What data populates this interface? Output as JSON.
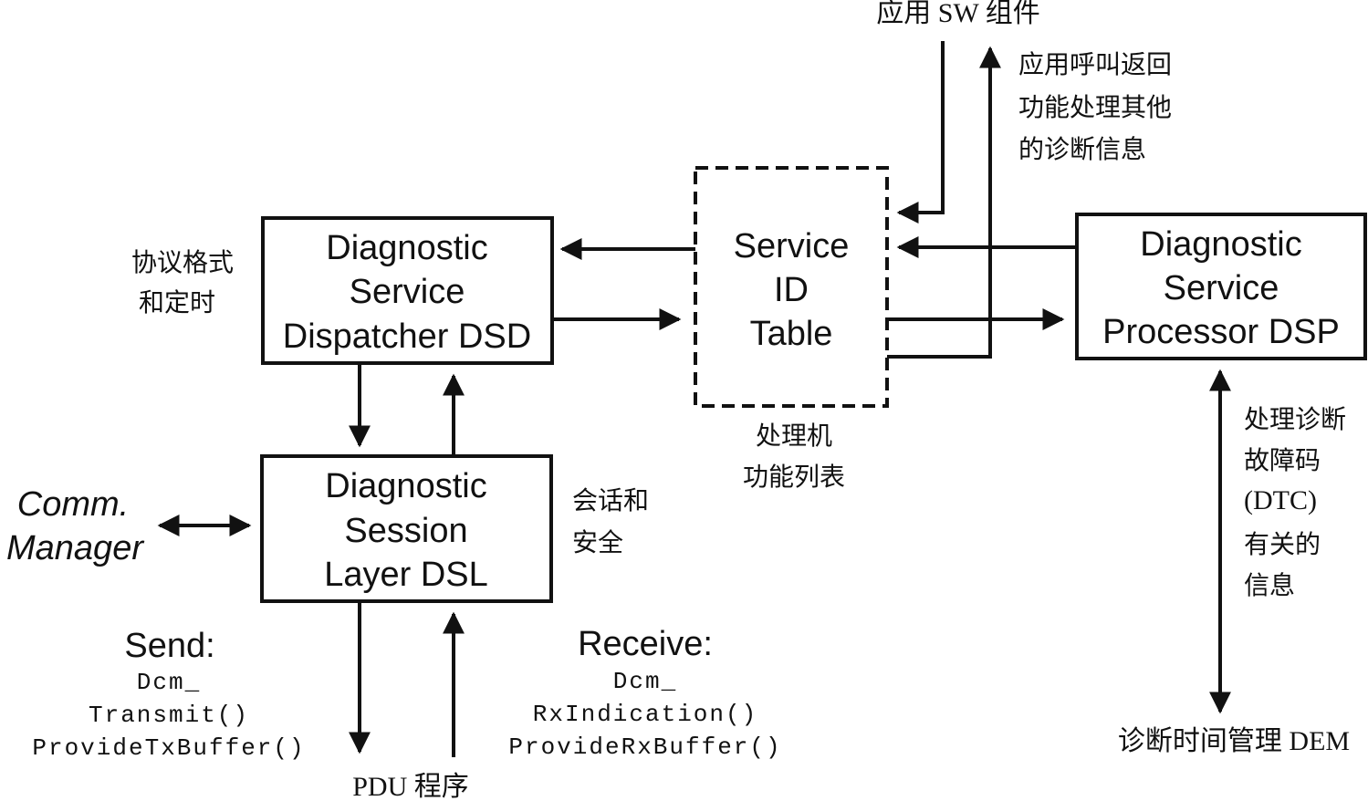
{
  "boxes": {
    "dsd": [
      "Diagnostic",
      "Service",
      "Dispatcher DSD"
    ],
    "sit": [
      "Service",
      "ID",
      "Table"
    ],
    "dsp": [
      "Diagnostic",
      "Service",
      "Processor DSP"
    ],
    "dsl": [
      "Diagnostic",
      "Session",
      "Layer DSL"
    ]
  },
  "labels": {
    "protocol": [
      "协议格式",
      "和定时"
    ],
    "session_security": [
      "会话和",
      "安全"
    ],
    "handler_list": [
      "处理机",
      "功能列表"
    ],
    "app_sw": "应用 SW 组件",
    "app_callback": [
      "应用呼叫返回",
      "功能处理其他",
      "的诊断信息"
    ],
    "dtc_info": [
      "处理诊断",
      "故障码",
      "(DTC)",
      "有关的",
      "信息"
    ],
    "dem": "诊断时间管理 DEM",
    "pdu": "PDU 程序",
    "comm_manager": [
      "Comm.",
      "Manager"
    ]
  },
  "send": {
    "title": "Send:",
    "functions": [
      "Dcm_",
      "Transmit()",
      "ProvideTxBuffer()"
    ]
  },
  "receive": {
    "title": "Receive:",
    "functions": [
      "Dcm_",
      "RxIndication()",
      "ProvideRxBuffer()"
    ]
  }
}
